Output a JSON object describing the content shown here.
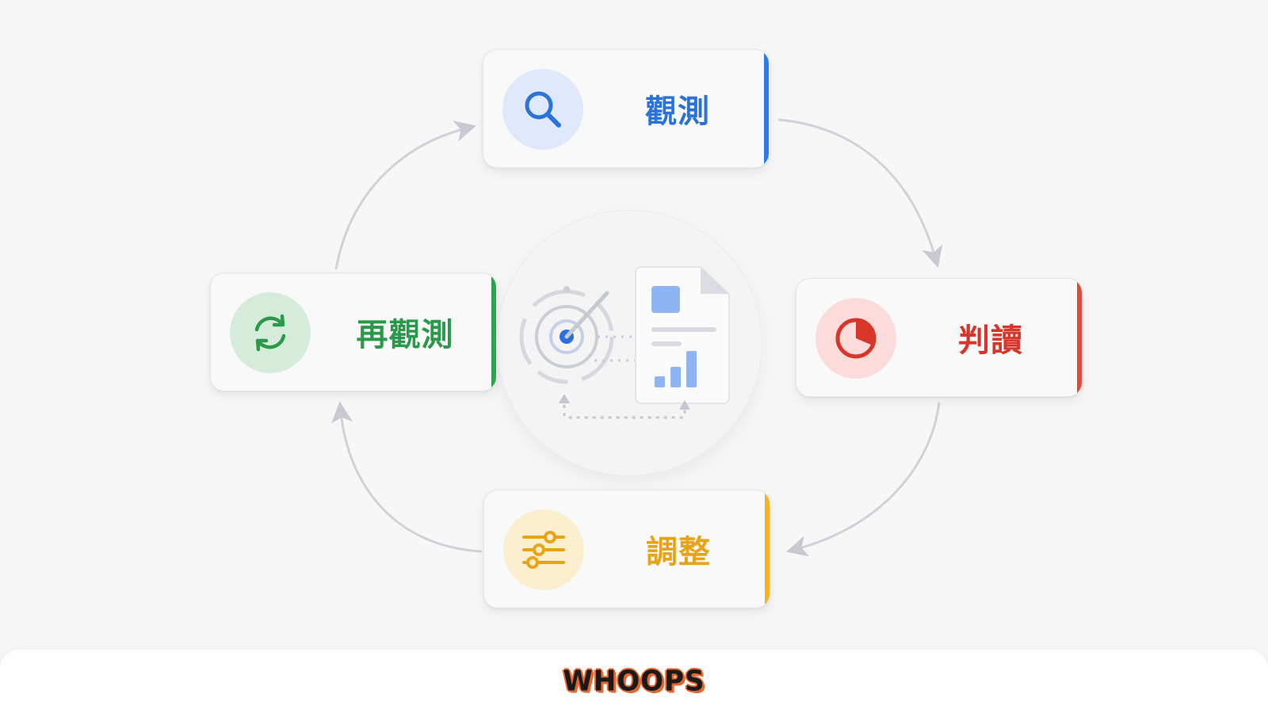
{
  "steps": {
    "observe": {
      "label": "觀測",
      "icon": "search-icon",
      "color": "#2b73d9",
      "accent": "#2d7bea",
      "circle": "#dfe9fb"
    },
    "interpret": {
      "label": "判讀",
      "icon": "pie-chart-icon",
      "color": "#d8362b",
      "accent": "#e3493c",
      "circle": "#fbdcdb"
    },
    "adjust": {
      "label": "調整",
      "icon": "sliders-icon",
      "color": "#e8a317",
      "accent": "#f4b51d",
      "circle": "#fcefcf"
    },
    "reobserve": {
      "label": "再觀測",
      "icon": "refresh-icon",
      "color": "#2a9a4a",
      "accent": "#2ca44f",
      "circle": "#d6ecdb"
    }
  },
  "center": {
    "icons": [
      "radar-target-icon",
      "report-document-icon"
    ]
  },
  "footer": {
    "logo": "WHOOPS"
  }
}
